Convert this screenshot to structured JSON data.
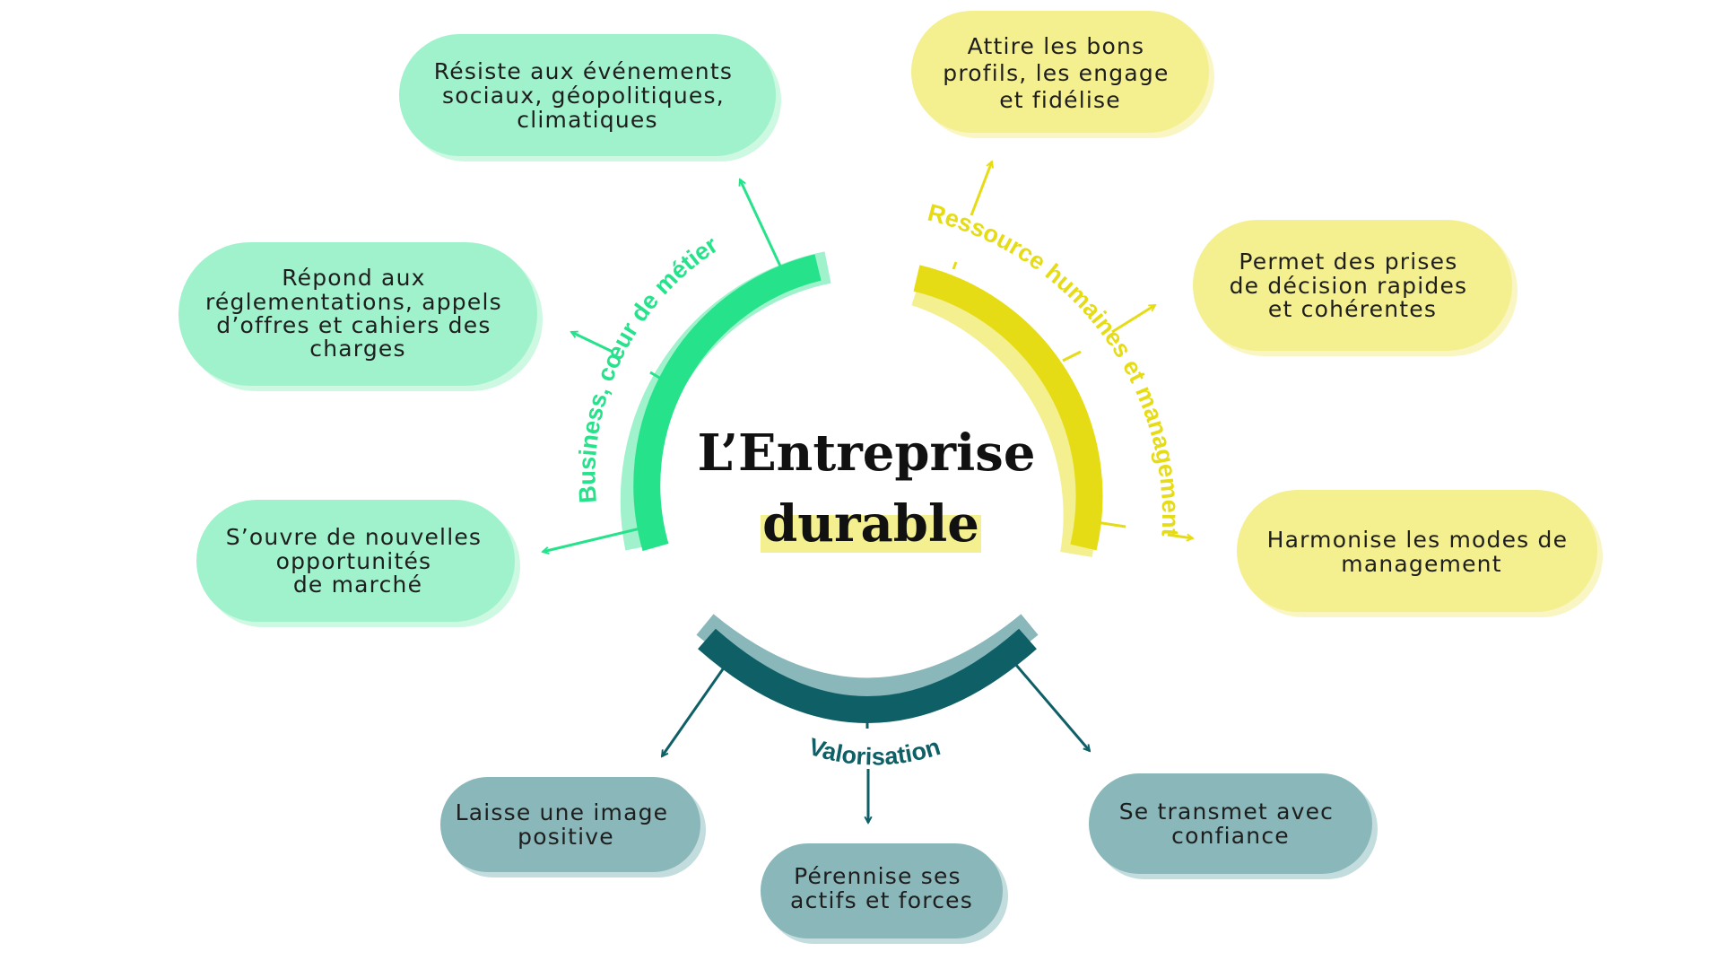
{
  "center": {
    "title_line1": "L’Entreprise",
    "title_line2": "durable"
  },
  "branches": {
    "business": {
      "label": "Business,  cœur de métier",
      "color": "#26e28a",
      "pill_color": "#9ff2cb",
      "items": [
        {
          "lines": [
            "Résiste aux événements",
            "sociaux, géopolitiques,",
            "climatiques"
          ]
        },
        {
          "lines": [
            "Répond aux",
            "réglementations, appels",
            "d’offres  et cahiers des",
            "charges"
          ]
        },
        {
          "lines": [
            "S’ouvre de nouvelles",
            "opportunités",
            "de marché"
          ]
        }
      ]
    },
    "rh": {
      "label": "Ressource humaines  et management",
      "color": "#e6dc16",
      "pill_color": "#f4ef8f",
      "items": [
        {
          "lines": [
            "Attire les bons",
            "profils, les engage",
            "et fidélise"
          ]
        },
        {
          "lines": [
            "Permet des prises",
            "de décision rapides",
            "et cohérentes"
          ]
        },
        {
          "lines": [
            "Harmonise les modes de",
            "management"
          ]
        }
      ]
    },
    "valorisation": {
      "label": "Valorisation",
      "color": "#0e5f66",
      "pill_color": "#8ab7b9",
      "items": [
        {
          "lines": [
            "Laisse une image",
            "positive"
          ]
        },
        {
          "lines": [
            "Pérennise ses",
            "actifs et forces"
          ]
        },
        {
          "lines": [
            "Se transmet avec",
            "confiance"
          ]
        }
      ]
    }
  }
}
